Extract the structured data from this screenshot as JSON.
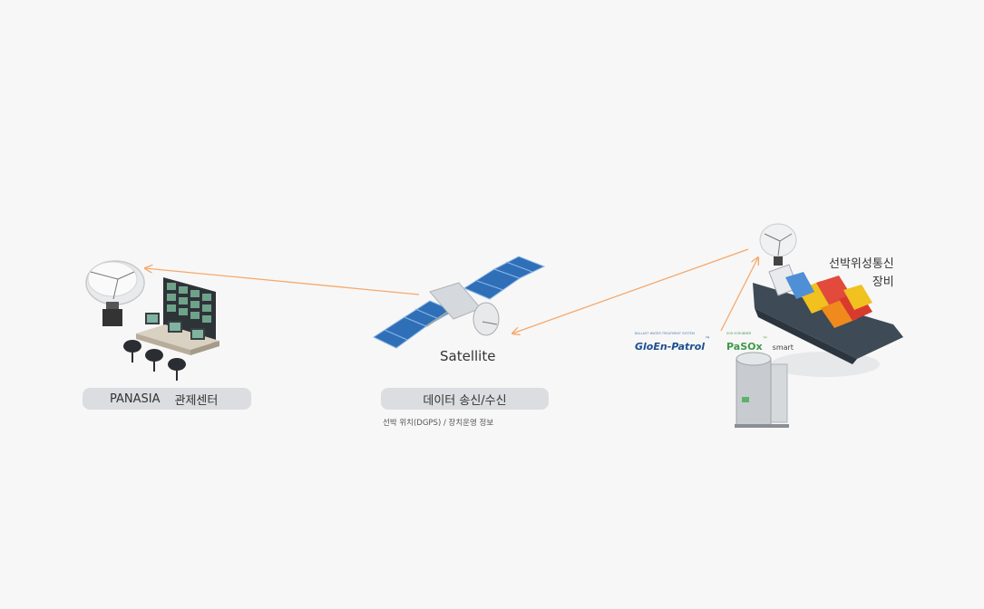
{
  "control_center": {
    "pill_name": "PANASIA",
    "pill_label": "관제센터",
    "icon": "control-room-icon"
  },
  "satellite": {
    "label": "Satellite",
    "pill_label": "데이터 송신/수신",
    "caption": "선박 위치(DGPS) / 장치운영 정보",
    "icon": "satellite-icon"
  },
  "ship": {
    "label_line1": "선박위성통신",
    "label_line2": "장비",
    "icon": "container-ship-icon"
  },
  "logos": {
    "gloen_small": "BALLAST WATER TREATMENT SYSTEM",
    "gloen": "GloEn-Patrol",
    "gloen_tm": "™",
    "pasox_small": "SOX SCRUBBER",
    "pasox": "PaSOx",
    "pasox_smart": "smart",
    "pasox_tm": "™"
  },
  "colors": {
    "arrow": "#f5a86b",
    "pill": "#dcdde0",
    "panel_blue": "#2f6fb8"
  }
}
